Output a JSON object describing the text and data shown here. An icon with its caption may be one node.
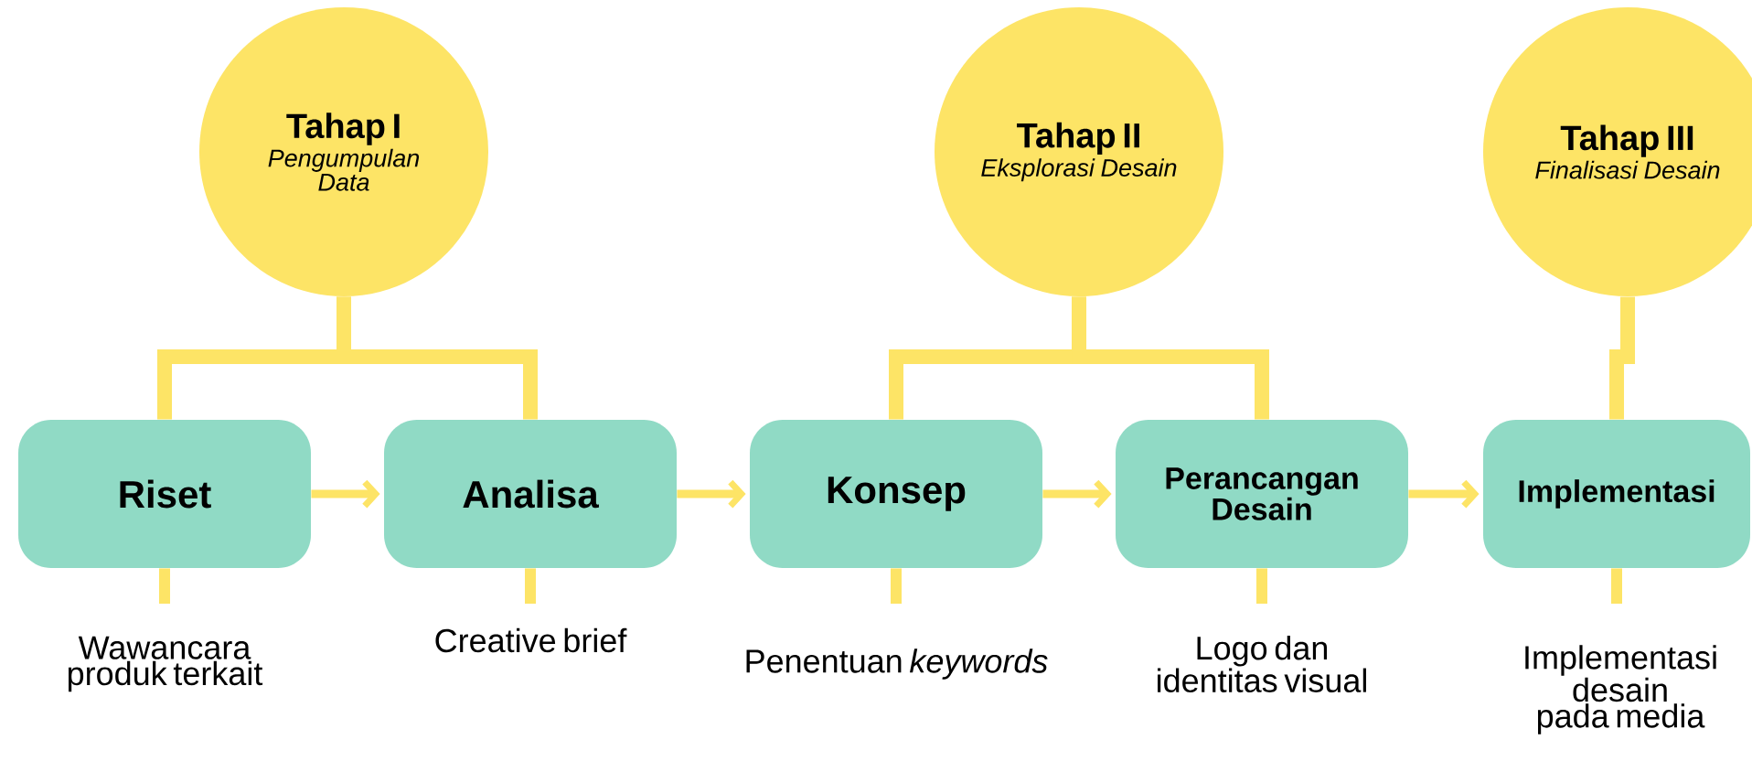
{
  "diagram": {
    "nodes": [
      {
        "text": [
          "Tahap I",
          "Pengumpulan Data"
        ]
      },
      {
        "text": [
          "Tahap II",
          "Eksplorasi Desain"
        ]
      },
      {
        "text": [
          "Tahap III",
          "Finalisasi Desain"
        ]
      },
      {
        "text": [
          "Riset"
        ]
      },
      {
        "text": [
          "Analisa"
        ]
      },
      {
        "text": [
          "Konsep"
        ]
      },
      {
        "text": [
          "Perancangan Desain"
        ]
      },
      {
        "text": [
          "Implementasi"
        ]
      },
      {
        "text": [
          "Wawancara produk terkait"
        ]
      },
      {
        "text": [
          "Creative brief"
        ]
      },
      {
        "text": [
          "Penentuan *keywords*"
        ]
      },
      {
        "text": [
          "Logo dan identitas visual"
        ]
      },
      {
        "text": [
          "Implementasi desain pada media"
        ]
      }
    ],
    "edges": [
      {
        "from": 0,
        "to": 3,
        "arrow": "none"
      },
      {
        "from": 0,
        "to": 4,
        "arrow": "none"
      },
      {
        "from": 1,
        "to": 5,
        "arrow": "none"
      },
      {
        "from": 1,
        "to": 6,
        "arrow": "none"
      },
      {
        "from": 2,
        "to": 7,
        "arrow": "none"
      },
      {
        "from": 3,
        "to": 4,
        "arrow": "to"
      },
      {
        "from": 4,
        "to": 5,
        "arrow": "to"
      },
      {
        "from": 5,
        "to": 6,
        "arrow": "to"
      },
      {
        "from": 6,
        "to": 7,
        "arrow": "to"
      },
      {
        "from": 3,
        "to": 8,
        "arrow": "none"
      },
      {
        "from": 4,
        "to": 9,
        "arrow": "none"
      },
      {
        "from": 5,
        "to": 10,
        "arrow": "none"
      },
      {
        "from": 6,
        "to": 11,
        "arrow": "none"
      },
      {
        "from": 7,
        "to": 12,
        "arrow": "none"
      }
    ]
  }
}
